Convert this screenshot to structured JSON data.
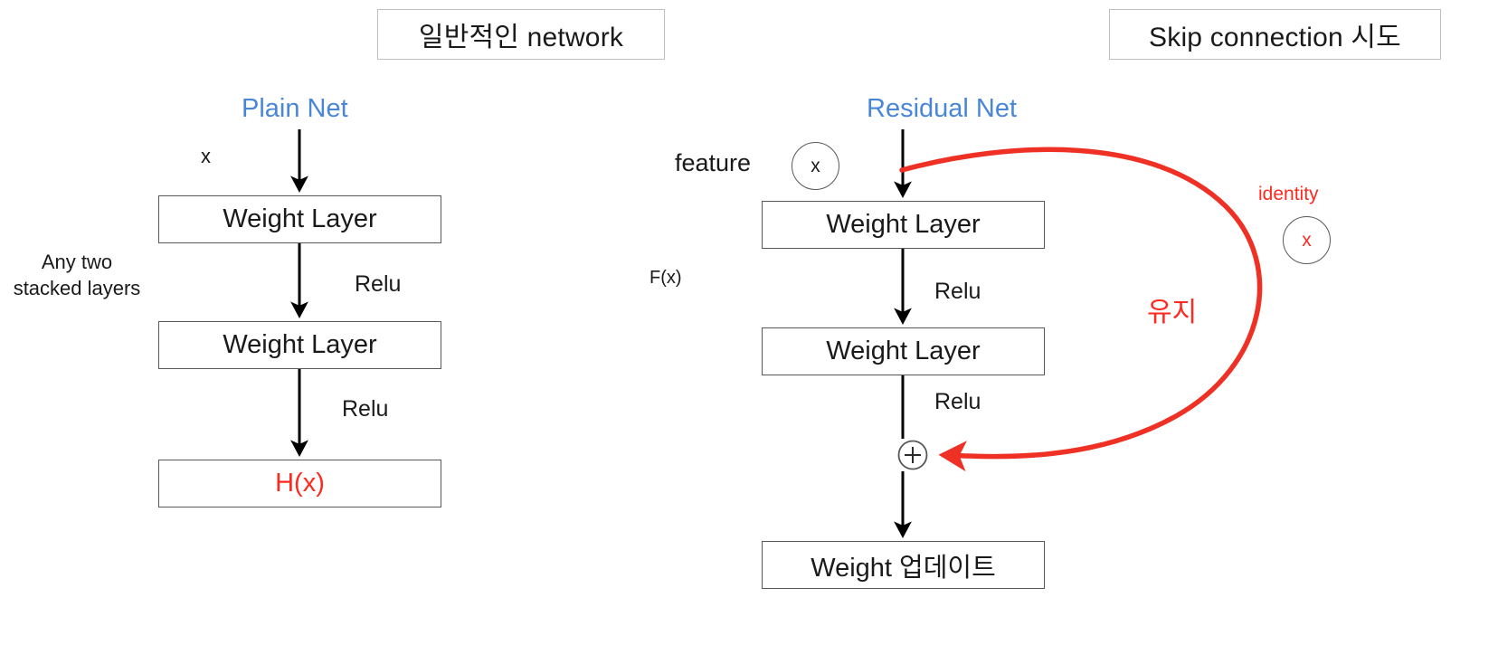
{
  "titles": {
    "left": "일반적인 network",
    "right": "Skip connection 시도"
  },
  "plain_net": {
    "heading": "Plain Net",
    "input_label": "x",
    "side_note": "Any two\nstacked layers",
    "boxes": [
      {
        "label": "Weight Layer"
      },
      {
        "label": "Weight Layer"
      },
      {
        "label": "H(x)"
      }
    ],
    "edges": [
      {
        "label": ""
      },
      {
        "label": "Relu"
      },
      {
        "label": "Relu"
      }
    ]
  },
  "residual_net": {
    "heading": "Residual Net",
    "feature_label": "feature",
    "feature_token": "x",
    "function_label": "F(x)",
    "identity_label": "identity",
    "identity_token": "x",
    "skip_label": "유지",
    "sum_symbol": "+",
    "boxes": [
      {
        "label": "Weight Layer"
      },
      {
        "label": "Weight Layer"
      },
      {
        "label": "Weight 업데이트"
      }
    ],
    "edges": [
      {
        "label": "Relu"
      },
      {
        "label": "Relu"
      }
    ]
  },
  "colors": {
    "heading_blue": "#4a86d8",
    "accent_red": "#ff2a1f",
    "box_stroke": "#585858",
    "title_stroke": "#bfbfbf",
    "arrow_black": "#000000"
  }
}
